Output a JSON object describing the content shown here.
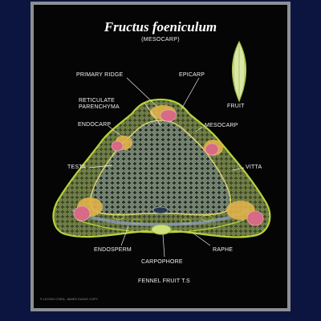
{
  "title": "Fructus foeniculum",
  "subtitle": "(MESOCARP)",
  "labels": {
    "primary_ridge": "PRIMARY RIDGE",
    "epicarp": "EPICARP",
    "reticulate_parenchyma_1": "RETICULATE",
    "reticulate_parenchyma_2": "PARENCHYMA",
    "fruit": "FRUIT",
    "endocarp": "ENDOCARP",
    "mesocarp": "MESOCARP",
    "testa": "TESTA",
    "vitta": "VITTA",
    "endosperm": "ENDOSPERM",
    "raphe": "RAPHE",
    "carpophore": "CARPOPHORE"
  },
  "caption": "FENNEL FRUIT T.S",
  "credit": "© LEONG CHEN, JAMES DIANG COPY",
  "colors": {
    "background": "#0b1540",
    "frame": "#8e8f93",
    "panel": "#050505",
    "outline": "#b8d23a",
    "endosperm_fill": "#4b5a4a",
    "mesocarp_fill": "#5d6a3d",
    "vitta_fill": "#d76a84",
    "ridge_fill": "#e0b24a",
    "leader_line": "#e8e8e8"
  }
}
